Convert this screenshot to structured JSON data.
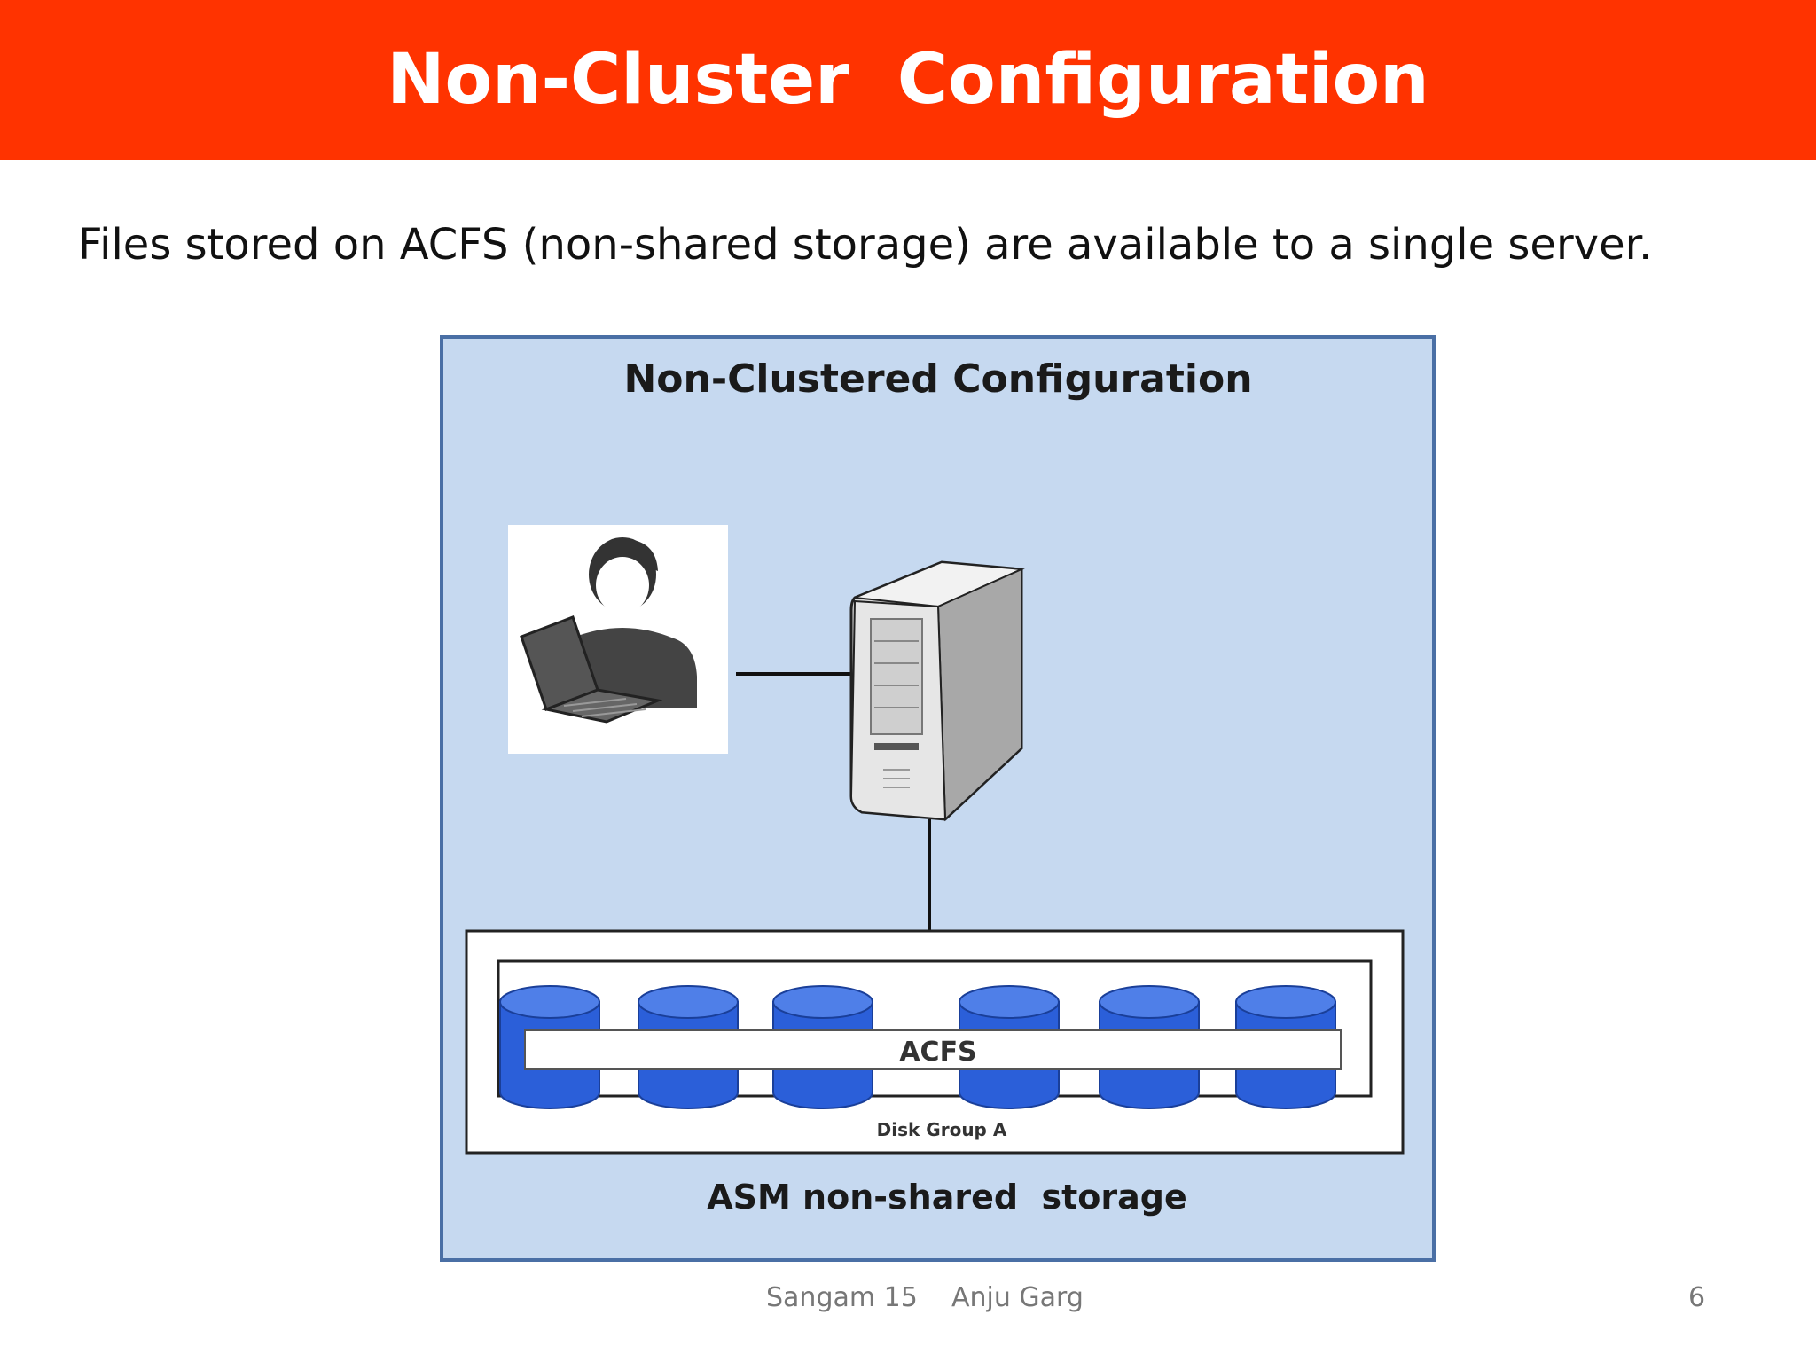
{
  "slide": {
    "title": "Non-Cluster  Configuration",
    "subtitle": "Files stored on ACFS (non-shared storage) are available to a single server.",
    "footer": {
      "event": "Sangam 15",
      "author": "Anju Garg",
      "page_number": "6"
    }
  },
  "diagram": {
    "heading": "Non-Clustered Configuration",
    "filesystem_label": "ACFS",
    "disk_group_label": "Disk Group A",
    "storage_label": "ASM non-shared  storage",
    "icons": [
      "user-laptop-icon",
      "server-tower-icon",
      "disk-cylinder-icon"
    ],
    "disk_count": 6,
    "colors": {
      "title_bar": "#ff3300",
      "diagram_background": "#c6d9f0",
      "diagram_border": "#4a6fa5",
      "disk_blue": "#2b5fd9",
      "disk_top": "#4f7fe8"
    }
  }
}
